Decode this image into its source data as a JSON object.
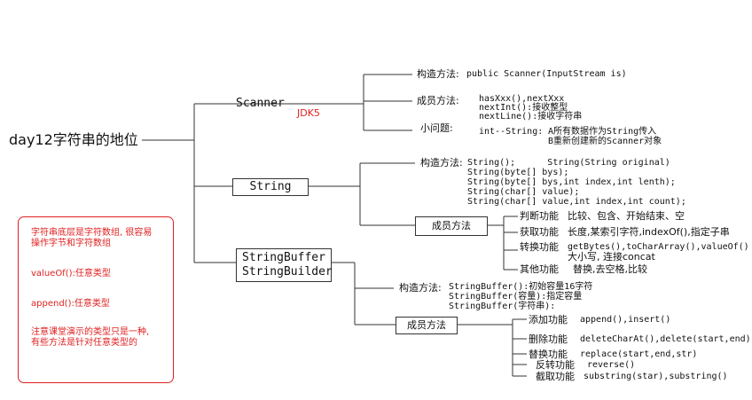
{
  "root": "day12字符串的地位",
  "scanner": {
    "label": "Scanner",
    "jdk": "JDK5",
    "ctor_label": "构造方法:",
    "ctor_value": "public Scanner(InputStream is)",
    "member_label": "成员方法:",
    "member_lines": [
      "hasXxx(),nextXxx",
      "nextInt():接收整型",
      "nextLine():接收字符串"
    ],
    "problem_label": "小问题:",
    "problem_left": "int--String:",
    "problem_lines": [
      "A所有数据作为String传入",
      "B重新创建新的Scanner对象"
    ]
  },
  "string": {
    "label": "String",
    "ctor_label": "构造方法:",
    "ctor_lines": [
      "String();      String(String original)",
      "String(byte[] bys);",
      "String(byte[] bys,int index,int lenth);",
      "String(char[] value);",
      "String(char[] value,int index,int count);"
    ],
    "member_label": "成员方法",
    "functions": [
      {
        "name": "判断功能",
        "desc": "比较、包含、开始结束、空"
      },
      {
        "name": "获取功能",
        "desc": "长度,某索引字符,indexOf(),指定子串"
      },
      {
        "name": "转换功能",
        "desc": "getBytes(),toCharArray(),valueOf()"
      },
      {
        "name": "",
        "desc": "大小写, 连接concat"
      },
      {
        "name": "其他功能",
        "desc": "替换,去空格,比较"
      }
    ]
  },
  "sb": {
    "label1": "StringBuffer",
    "label2": "StringBuilder",
    "ctor_label": "构造方法:",
    "ctor_lines": [
      "StringBuffer():初始容量16字符",
      "StringBuffer(容量):指定容量",
      "StringBuffer(字符串):"
    ],
    "member_label": "成员方法",
    "functions": [
      {
        "name": "添加功能",
        "desc": "append(),insert()"
      },
      {
        "name": "删除功能",
        "desc": "deleteCharAt(),delete(start,end)"
      },
      {
        "name": "替换功能",
        "desc": "replace(start,end,str)"
      },
      {
        "name": "反转功能",
        "desc": "reverse()"
      },
      {
        "name": "截取功能",
        "desc": "substring(star),substring()"
      }
    ]
  },
  "note": {
    "lines": [
      "字符串底层是字符数组, 很容易\n操作字节和字符数组",
      "valueOf():任意类型",
      "append():任意类型",
      "注意课堂演示的类型只是一种,\n有些方法是针对任意类型的"
    ]
  },
  "colors": {
    "accent": "#e02020",
    "line": "#333333"
  }
}
